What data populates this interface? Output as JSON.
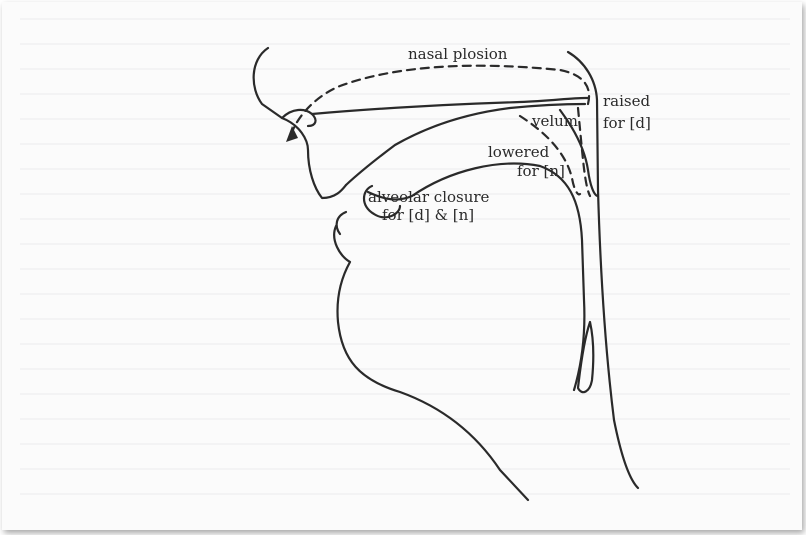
{
  "labels": {
    "nasal_plosion": "nasal plosion",
    "raised": "raised",
    "for_d": "for [d]",
    "velum": "velum",
    "lowered": "lowered",
    "for_n": "for [n]",
    "alveolar_closure": "alveolar closure",
    "alveolar_for": "for [d] & [n]"
  },
  "colors": {
    "ink": "#2a2a2a",
    "paper": "#fbfbfb"
  }
}
